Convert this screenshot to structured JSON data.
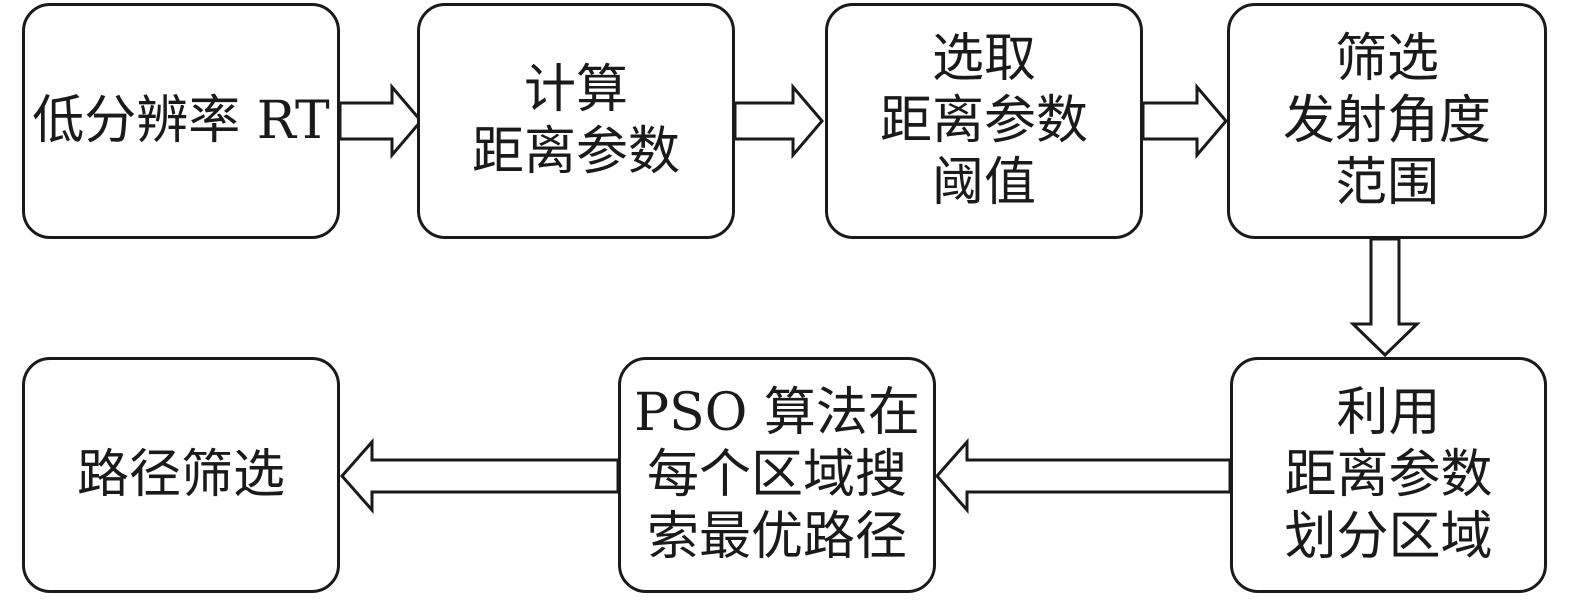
{
  "diagram": {
    "steps": [
      {
        "lines": [
          "低分辨率 RT"
        ]
      },
      {
        "lines": [
          "计算",
          "距离参数"
        ]
      },
      {
        "lines": [
          "选取",
          "距离参数",
          "阈值"
        ]
      },
      {
        "lines": [
          "筛选",
          "发射角度",
          "范围"
        ]
      },
      {
        "lines": [
          "利用",
          "距离参数",
          "划分区域"
        ]
      },
      {
        "lines": [
          "PSO 算法在",
          "每个区域搜",
          "索最优路径"
        ]
      },
      {
        "lines": [
          "路径筛选"
        ]
      }
    ],
    "arrows": [
      {
        "from": 1,
        "to": 2,
        "direction": "right"
      },
      {
        "from": 2,
        "to": 3,
        "direction": "right"
      },
      {
        "from": 3,
        "to": 4,
        "direction": "right"
      },
      {
        "from": 4,
        "to": 5,
        "direction": "down"
      },
      {
        "from": 5,
        "to": 6,
        "direction": "left"
      },
      {
        "from": 6,
        "to": 7,
        "direction": "left"
      }
    ],
    "colors": {
      "stroke": "#1a1a1a",
      "fill": "#ffffff",
      "text": "#1a1a1a"
    }
  }
}
